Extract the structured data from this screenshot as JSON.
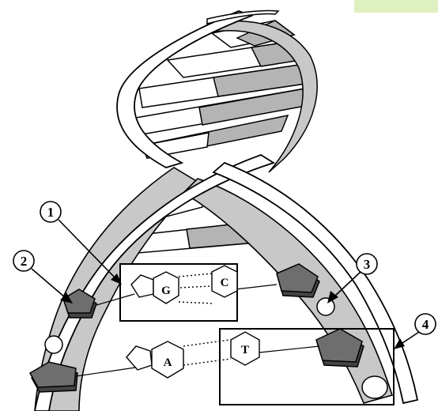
{
  "callouts": [
    {
      "id": "1",
      "label": "①"
    },
    {
      "id": "2",
      "label": "②"
    },
    {
      "id": "3",
      "label": "③"
    },
    {
      "id": "4",
      "label": "④"
    }
  ],
  "bases": {
    "guanine": "G",
    "cytosine": "C",
    "adenine": "A",
    "thymine": "T"
  },
  "colors": {
    "strand_fill": "#ffffff",
    "strand_shadow": "#c8c8c8",
    "rung_dark": "#b4b4b4",
    "sugar_fill": "#6e6e6e",
    "corner_accent": "#dff0c0",
    "stroke": "#000000"
  }
}
